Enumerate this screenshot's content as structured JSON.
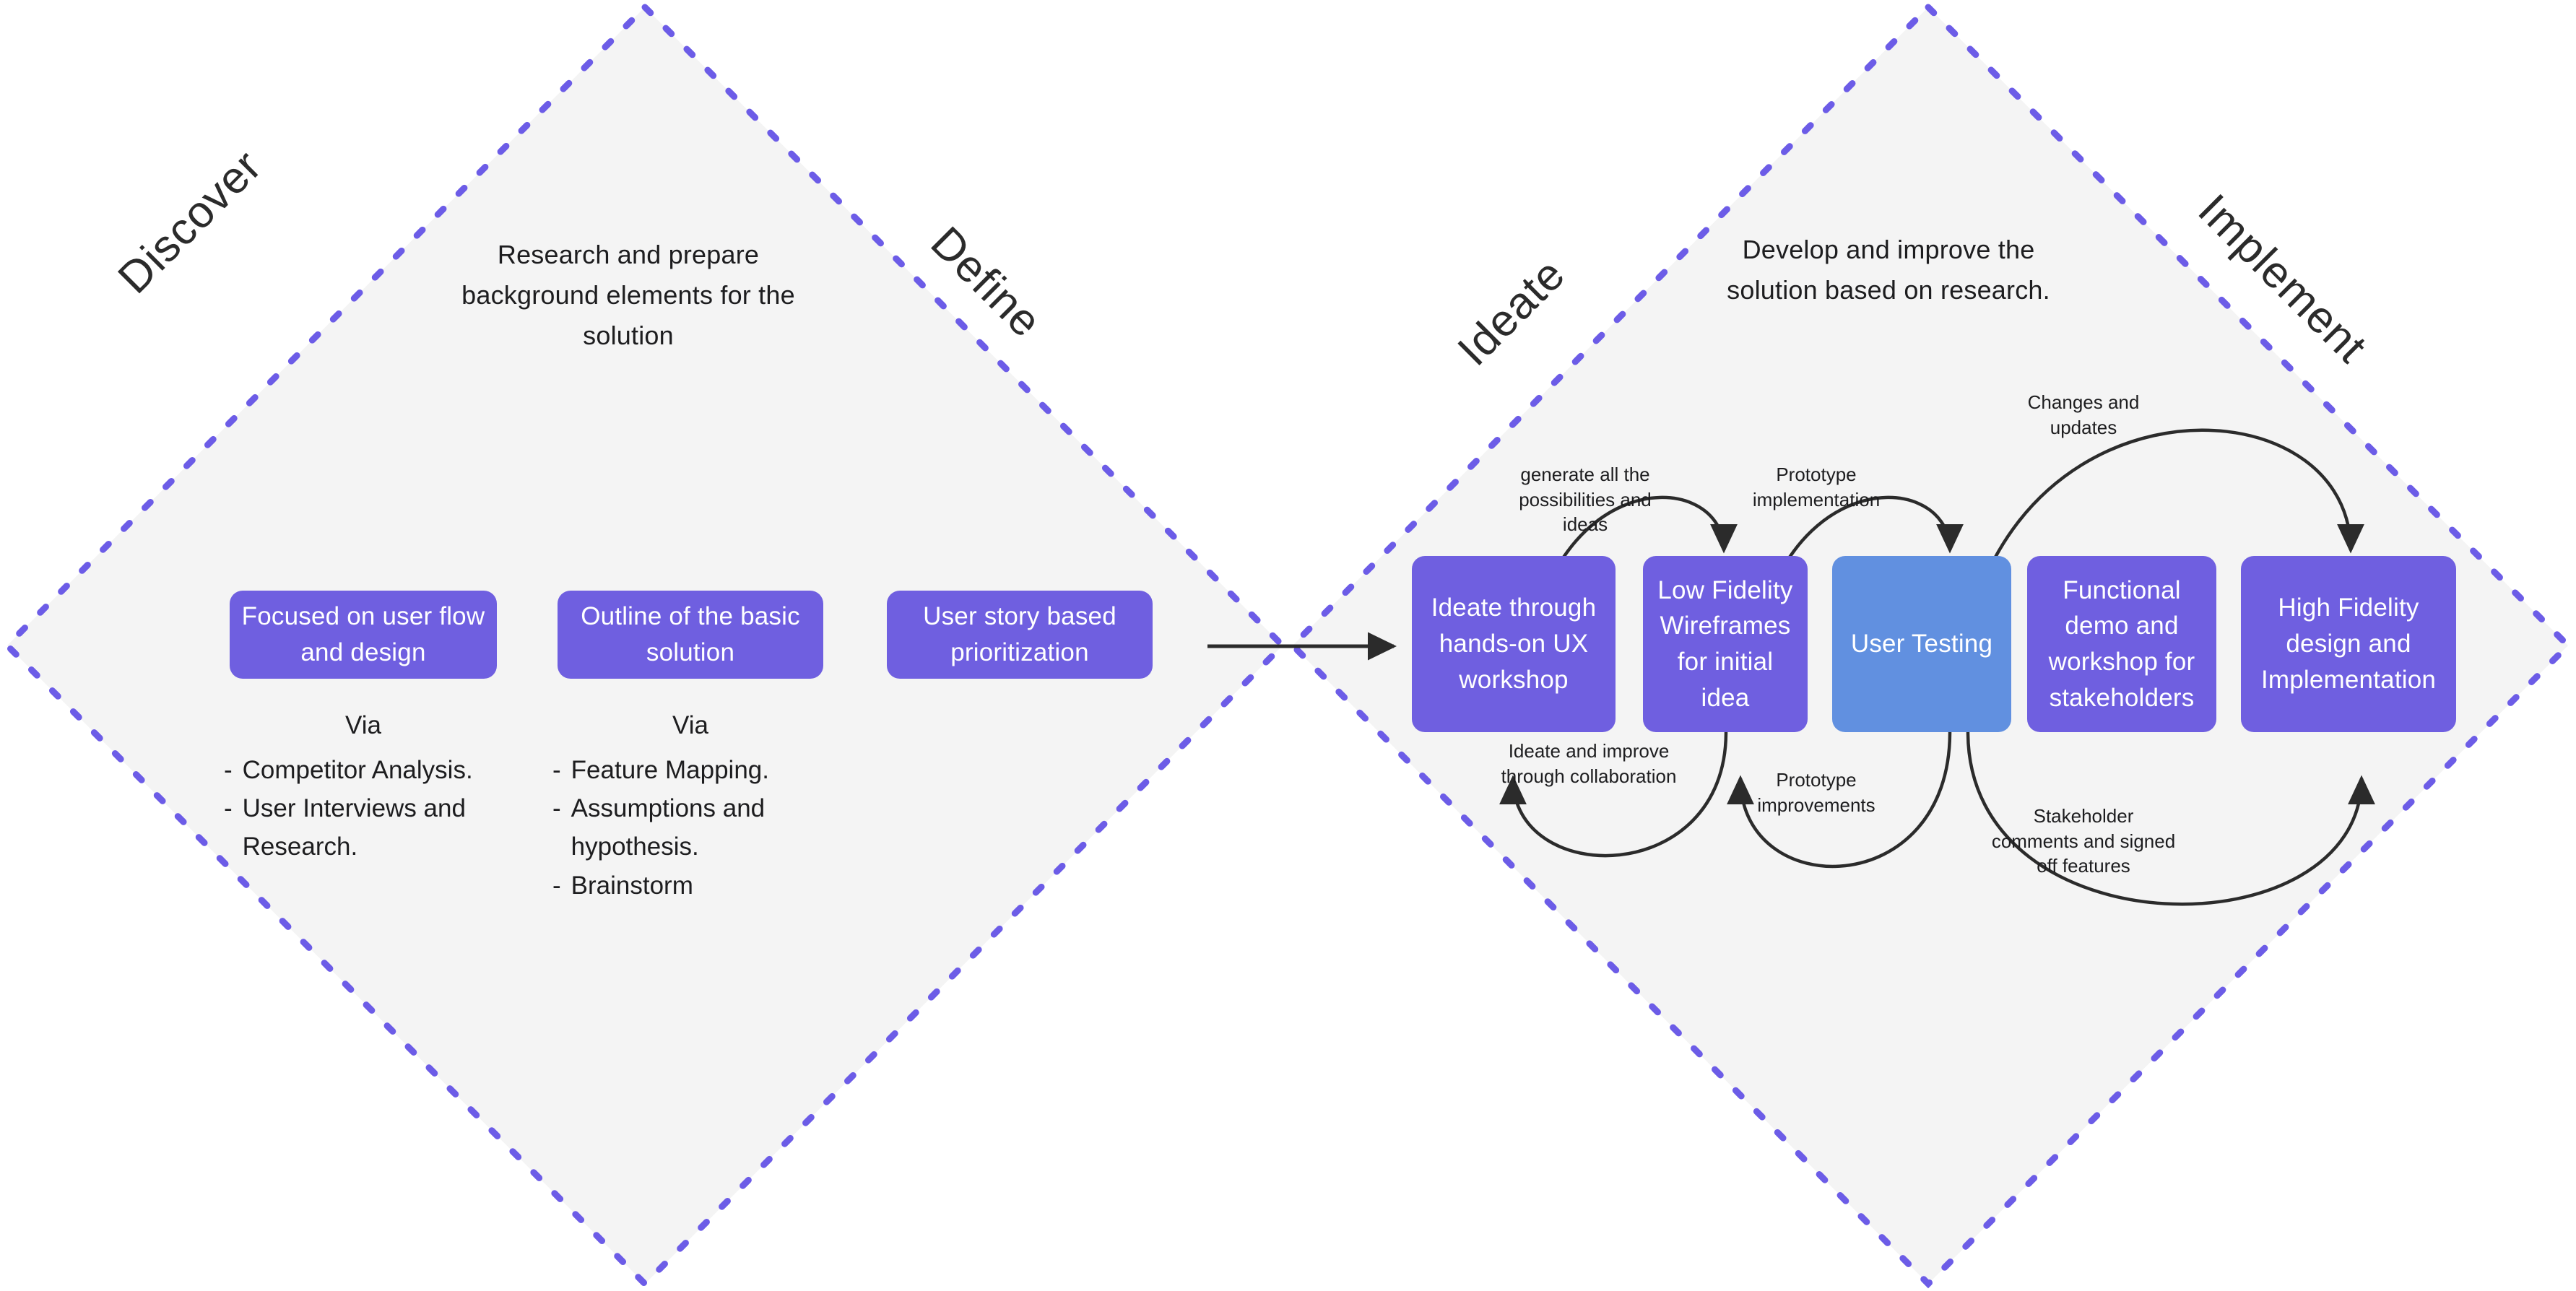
{
  "diagram": {
    "title": "Double Diamond Design Process",
    "colors": {
      "diamond_fill": "#f4f4f4",
      "diamond_border": "#6c5ce7",
      "card_purple": "#6f5fe0",
      "card_blue": "#6190e0",
      "arrow": "#2b2b2b",
      "text": "#1d1d1f"
    }
  },
  "phases": {
    "discover": "Discover",
    "define": "Define",
    "ideate": "Ideate",
    "implement": "Implement"
  },
  "headlines": {
    "left": "Research and prepare background elements for the solution",
    "right": "Develop and improve the solution based on research."
  },
  "left_diamond": {
    "cards": [
      {
        "label": "Focused on user flow and design",
        "color": "purple"
      },
      {
        "label": "Outline of the basic solution",
        "color": "purple"
      },
      {
        "label": "User story based prioritization",
        "color": "purple"
      }
    ],
    "via_label": "Via",
    "lists": [
      {
        "mark": "-",
        "items": [
          "Competitor Analysis.",
          "User Interviews and Research."
        ]
      },
      {
        "mark": "-",
        "items": [
          "Feature Mapping.",
          "Assumptions and hypothesis.",
          "Brainstorm"
        ]
      }
    ]
  },
  "right_diamond": {
    "cards": [
      {
        "label": "Ideate through hands-on UX workshop",
        "color": "purple"
      },
      {
        "label": "Low Fidelity Wireframes for initial idea",
        "color": "purple"
      },
      {
        "label": "User Testing",
        "color": "blue"
      },
      {
        "label": "Functional demo and workshop for stakeholders",
        "color": "purple"
      },
      {
        "label": "High Fidelity design and Implementation",
        "color": "purple"
      }
    ],
    "arcs_above": [
      {
        "caption": "generate all the possibilities and ideas",
        "direction": "forward"
      },
      {
        "caption": "Prototype implementation",
        "direction": "forward"
      },
      {
        "caption": "Changes and updates",
        "direction": "forward"
      }
    ],
    "arcs_below": [
      {
        "caption": "Ideate and improve through collaboration",
        "direction": "backward"
      },
      {
        "caption": "Prototype improvements",
        "direction": "backward"
      },
      {
        "caption": "Stakeholder comments and signed off features",
        "direction": "backward"
      }
    ]
  },
  "connector": {
    "name": "left-to-right-arrow"
  }
}
